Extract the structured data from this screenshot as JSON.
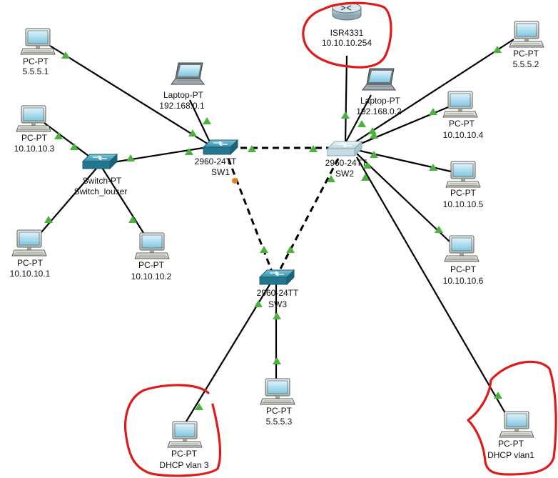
{
  "devices": {
    "router": {
      "model": "ISR4331",
      "ip": "10.10.10.254"
    },
    "sw1": {
      "model": "2960-24TT",
      "name": "SW1"
    },
    "sw2": {
      "model": "2960-24TT",
      "name": "SW2"
    },
    "sw3": {
      "model": "2960-24TT",
      "name": "SW3"
    },
    "switch_pt": {
      "model": "Switch-PT",
      "name": "Switch_louser"
    },
    "laptop1": {
      "model": "Laptop-PT",
      "ip": "192.168.0.1"
    },
    "laptop2": {
      "model": "Laptop-PT",
      "ip": "192.168.0.2"
    },
    "pc_555_1": {
      "model": "PC-PT",
      "ip": "5.5.5.1"
    },
    "pc_555_2": {
      "model": "PC-PT",
      "ip": "5.5.5.2"
    },
    "pc_555_3": {
      "model": "PC-PT",
      "ip": "5.5.5.3"
    },
    "pc_10_1": {
      "model": "PC-PT",
      "ip": "10.10.10.1"
    },
    "pc_10_2": {
      "model": "PC-PT",
      "ip": "10.10.10.2"
    },
    "pc_10_3": {
      "model": "PC-PT",
      "ip": "10.10.10.3"
    },
    "pc_10_4": {
      "model": "PC-PT",
      "ip": "10.10.10.4"
    },
    "pc_10_5": {
      "model": "PC-PT",
      "ip": "10.10.10.5"
    },
    "pc_10_6": {
      "model": "PC-PT",
      "ip": "10.10.10.6"
    },
    "pc_dhcp3": {
      "model": "PC-PT",
      "ip": "DHCP vlan 3"
    },
    "pc_dhcp1": {
      "model": "PC-PT",
      "ip": "DHCP vlan1"
    }
  },
  "colors": {
    "link": "#000000",
    "port_up": "#49b33b",
    "port_down": "#ec7d1c",
    "annotation": "#e01a1a",
    "switch_blue": "#2f8fa8",
    "sw2_inactive": "#bcd3dc"
  },
  "icons": {
    "pc": "pc-icon",
    "laptop": "laptop-icon",
    "switch": "switch-icon",
    "router": "router-icon"
  }
}
